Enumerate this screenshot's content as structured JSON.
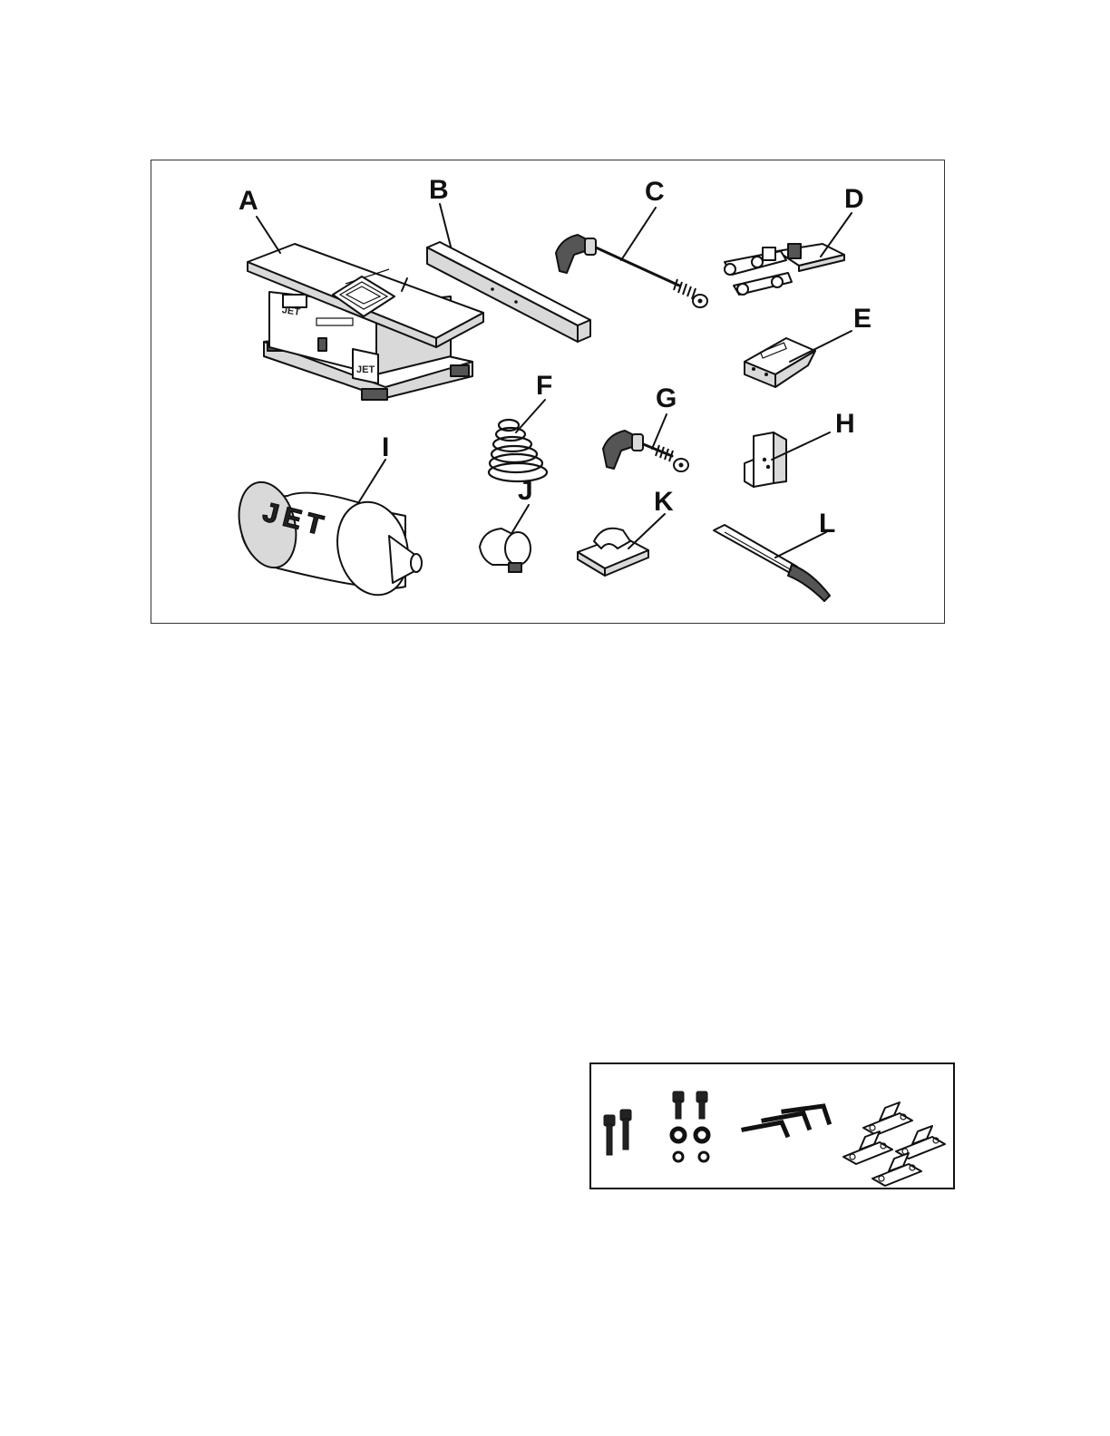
{
  "figure": {
    "labels": {
      "a": "A",
      "b": "B",
      "c": "C",
      "d": "D",
      "e": "E",
      "f": "F",
      "g": "G",
      "h": "H",
      "i": "I",
      "j": "J",
      "k": "K",
      "l": "L"
    },
    "logos": {
      "jointer_side": "JET",
      "jointer_front": "JET",
      "motor": "JET"
    }
  },
  "icons": {
    "a": "jointer-machine-icon",
    "b": "fence-icon",
    "c": "long-lock-handle-icon",
    "d": "blade-guard-linkage-icon",
    "e": "bracket-icon",
    "f": "spring-icon",
    "g": "short-lock-handle-icon",
    "h": "angle-bracket-icon",
    "i": "motor-icon",
    "j": "dust-port-icon",
    "k": "hook-plate-icon",
    "l": "push-stick-icon"
  },
  "hardware_icons": [
    "socket-screw-pair-icon",
    "screws-washers-icon",
    "hex-keys-icon",
    "mounting-brackets-icon"
  ]
}
